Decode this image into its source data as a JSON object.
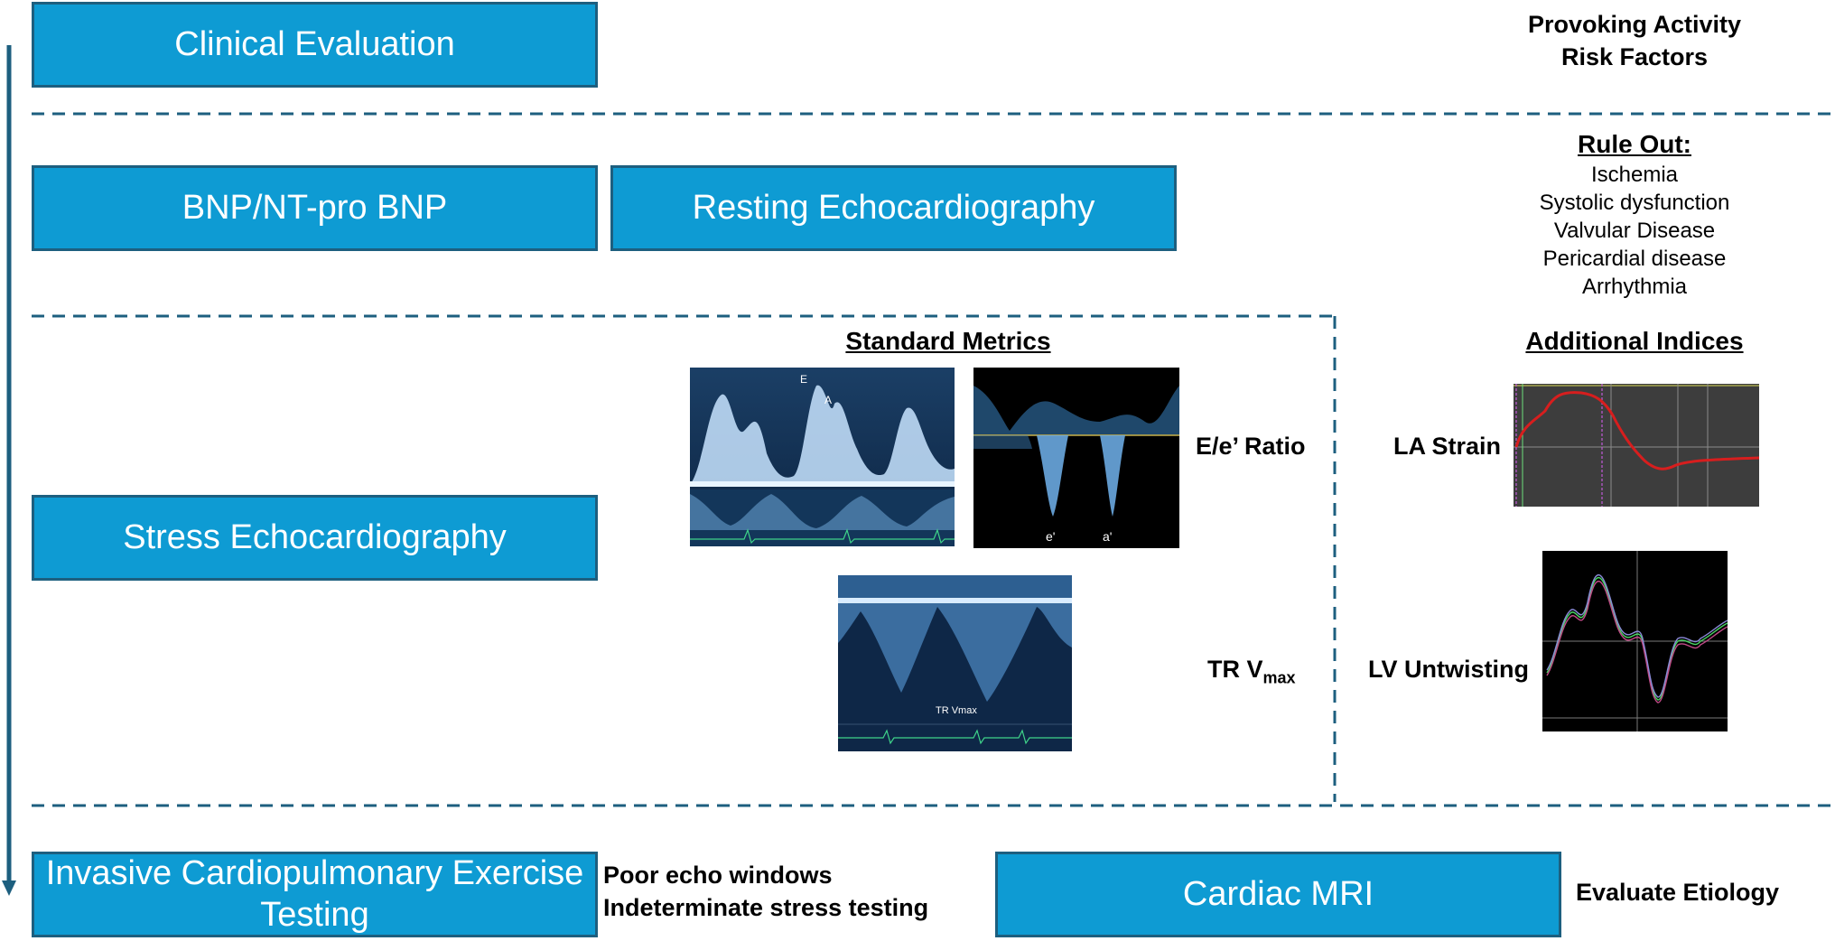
{
  "steps": {
    "clinical": "Clinical Evaluation",
    "bnp": "BNP/NT-pro BNP",
    "resting": "Resting Echocardiography",
    "stress": "Stress Echocardiography",
    "invasive": "Invasive Cardiopulmonary Exercise Testing",
    "mri": "Cardiac MRI"
  },
  "side_notes": {
    "provoking": "Provoking Activity",
    "risk": "Risk Factors",
    "rule_out_title": "Rule Out:",
    "rule_out_items": [
      "Ischemia",
      "Systolic dysfunction",
      "Valvular Disease",
      "Pericardial disease",
      "Arrhythmia"
    ],
    "poor_echo": "Poor echo windows",
    "indeterminate": "Indeterminate stress testing",
    "evaluate": "Evaluate Etiology"
  },
  "standard_metrics": {
    "title": "Standard Metrics",
    "ee_ratio": "E/e’ Ratio",
    "tr_main": "TR V",
    "tr_sub": "max",
    "mitral_labels": {
      "e": "E",
      "a": "A"
    },
    "tissue_labels": {
      "e": "e'",
      "a": "a'"
    },
    "tr_image_label": "TR Vmax"
  },
  "additional_indices": {
    "title": "Additional Indices",
    "la_strain": "LA Strain",
    "lv_untwisting": "LV Untwisting"
  },
  "colors": {
    "box_fill": "#0e9bd3",
    "box_border": "#1d5f7f",
    "dash": "#1d5f7f",
    "arrow": "#1d5f7f"
  }
}
